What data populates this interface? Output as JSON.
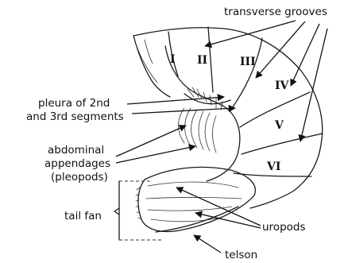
{
  "labels": {
    "transverse_grooves": "transverse grooves",
    "pleura_line1": "pleura of 2nd",
    "pleura_line2": "and 3rd segments",
    "appendages_line1": "abdominal",
    "appendages_line2": "appendages",
    "appendages_line3": "(pleopods)",
    "tail_fan": "tail fan",
    "uropods": "uropods",
    "telson": "telson"
  },
  "segments": [
    "I",
    "II",
    "III",
    "IV",
    "V",
    "VI"
  ]
}
